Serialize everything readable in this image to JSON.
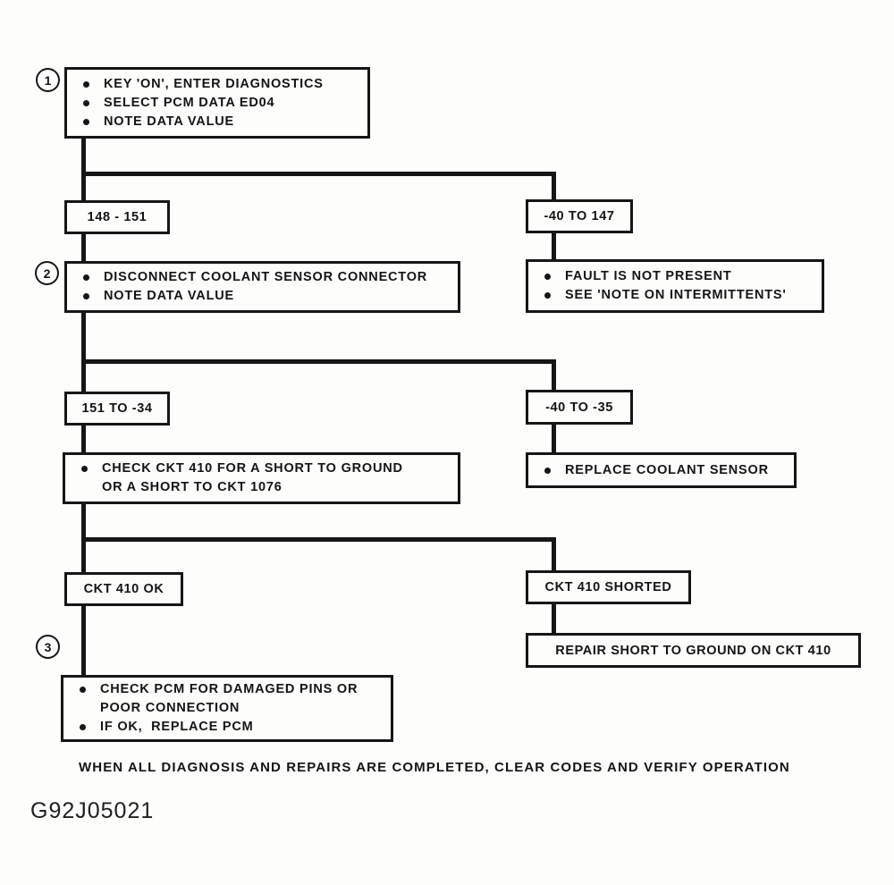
{
  "colors": {
    "ink": "#161616",
    "paper": "#fdfdfc"
  },
  "markers": {
    "s1": "1",
    "s2": "2",
    "s3": "3"
  },
  "nodes": {
    "step1": {
      "lines": [
        {
          "b": 1,
          "t": "KEY 'ON', ENTER DIAGNOSTICS"
        },
        {
          "b": 1,
          "t": "SELECT PCM DATA ED04"
        },
        {
          "b": 1,
          "t": "NOTE DATA VALUE"
        }
      ]
    },
    "step2": {
      "lines": [
        {
          "b": 1,
          "t": "DISCONNECT COOLANT SENSOR CONNECTOR"
        },
        {
          "b": 1,
          "t": "NOTE DATA VALUE"
        }
      ]
    },
    "fault_not_present": {
      "lines": [
        {
          "b": 1,
          "t": "FAULT IS NOT PRESENT"
        },
        {
          "b": 1,
          "t": "SEE 'NOTE ON INTERMITTENTS'"
        }
      ]
    },
    "check_ckt410": {
      "lines": [
        {
          "b": 1,
          "t": "CHECK CKT 410 FOR A SHORT TO GROUND"
        },
        {
          "b": 0,
          "t": "OR A SHORT TO CKT 1076"
        }
      ]
    },
    "replace_sensor": {
      "lines": [
        {
          "b": 1,
          "t": "REPLACE COOLANT SENSOR"
        }
      ]
    },
    "step3": {
      "lines": [
        {
          "b": 1,
          "t": "CHECK PCM FOR DAMAGED PINS OR"
        },
        {
          "b": 0,
          "t": "POOR CONNECTION"
        },
        {
          "b": 1,
          "t": "IF OK,  REPLACE PCM"
        }
      ]
    }
  },
  "labels": {
    "range_148_151": "148 - 151",
    "range_neg40_147": "-40 TO 147",
    "range_151_neg34": "151 TO -34",
    "range_neg40_neg35": "-40 TO -35",
    "ckt410_ok": "CKT 410 OK",
    "ckt410_shorted": "CKT 410 SHORTED",
    "repair_short": "REPAIR SHORT TO GROUND ON CKT 410"
  },
  "footer": {
    "note": "WHEN ALL DIAGNOSIS AND REPAIRS ARE COMPLETED, CLEAR CODES AND VERIFY OPERATION",
    "figure_id": "G92J05021"
  }
}
